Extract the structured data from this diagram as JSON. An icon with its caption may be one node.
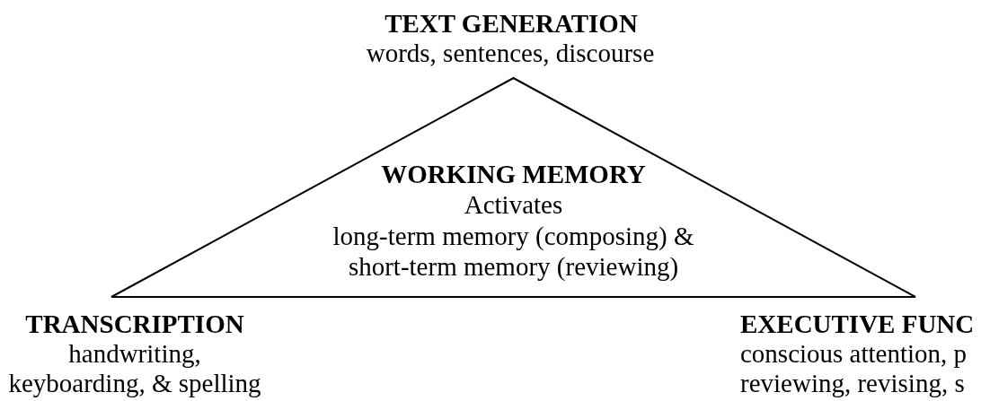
{
  "diagram": {
    "nodes": [
      {
        "text": [
          "WORKING MEMORY",
          "Activates",
          "long-term memory (composing) & short-term memory (reviewing)"
        ]
      }
    ],
    "labels": [
      "TEXT GENERATION",
      "words, sentences, discourse",
      "TRANSCRIPTION",
      "handwriting, keyboarding, & spelling",
      "EXECUTIVE FUNC",
      "conscious attention, p reviewing, revising, s"
    ]
  }
}
